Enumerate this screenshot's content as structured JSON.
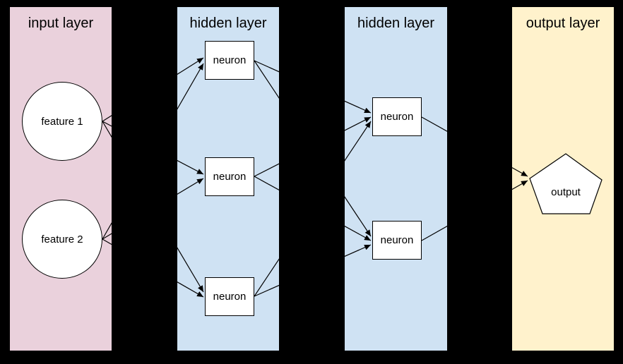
{
  "layers": {
    "input": {
      "label": "input layer",
      "color": "#ead1dc",
      "nodes": [
        {
          "label": "feature 1",
          "shape": "circle"
        },
        {
          "label": "feature 2",
          "shape": "circle"
        }
      ]
    },
    "hidden1": {
      "label": "hidden layer",
      "color": "#cfe2f3",
      "nodes": [
        {
          "label": "neuron",
          "shape": "rect"
        },
        {
          "label": "neuron",
          "shape": "rect"
        },
        {
          "label": "neuron",
          "shape": "rect"
        }
      ]
    },
    "hidden2": {
      "label": "hidden layer",
      "color": "#cfe2f3",
      "nodes": [
        {
          "label": "neuron",
          "shape": "rect"
        },
        {
          "label": "neuron",
          "shape": "rect"
        }
      ]
    },
    "output": {
      "label": "output layer",
      "color": "#fff2cc",
      "nodes": [
        {
          "label": "output",
          "shape": "pentagon"
        }
      ]
    }
  },
  "connections": [
    {
      "from": "input.feature1",
      "to": "hidden1.neuron1"
    },
    {
      "from": "input.feature1",
      "to": "hidden1.neuron2"
    },
    {
      "from": "input.feature1",
      "to": "hidden1.neuron3"
    },
    {
      "from": "input.feature2",
      "to": "hidden1.neuron1"
    },
    {
      "from": "input.feature2",
      "to": "hidden1.neuron2"
    },
    {
      "from": "input.feature2",
      "to": "hidden1.neuron3"
    },
    {
      "from": "hidden1.neuron1",
      "to": "hidden2.neuron1"
    },
    {
      "from": "hidden1.neuron1",
      "to": "hidden2.neuron2"
    },
    {
      "from": "hidden1.neuron2",
      "to": "hidden2.neuron1"
    },
    {
      "from": "hidden1.neuron2",
      "to": "hidden2.neuron2"
    },
    {
      "from": "hidden1.neuron3",
      "to": "hidden2.neuron1"
    },
    {
      "from": "hidden1.neuron3",
      "to": "hidden2.neuron2"
    },
    {
      "from": "hidden2.neuron1",
      "to": "output.output"
    },
    {
      "from": "hidden2.neuron2",
      "to": "output.output"
    }
  ],
  "colors": {
    "background": "#000000",
    "panel_input": "#ead1dc",
    "panel_hidden": "#cfe2f3",
    "panel_output": "#fff2cc",
    "node_fill": "#ffffff",
    "stroke": "#000000"
  }
}
